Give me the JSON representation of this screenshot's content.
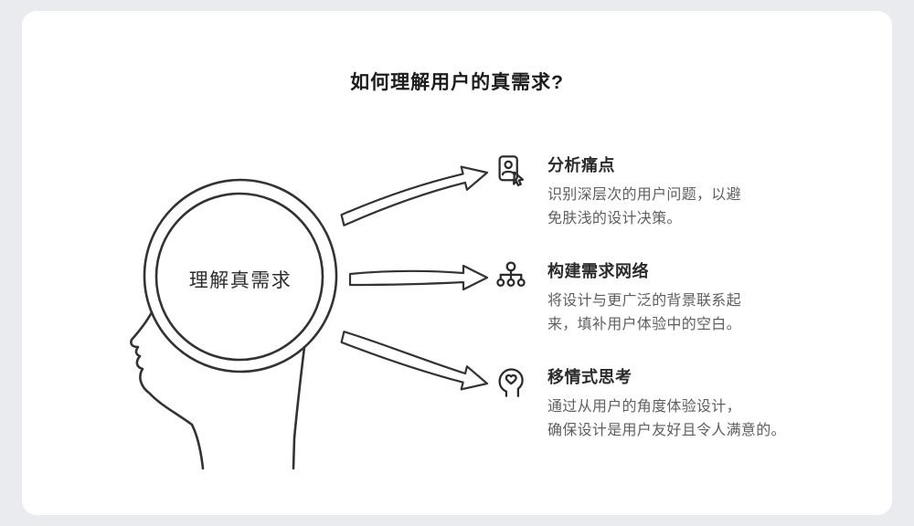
{
  "title": "如何理解用户的真需求?",
  "head": {
    "label": "理解真需求"
  },
  "items": [
    {
      "icon": "user-card-pointer-icon",
      "title": "分析痛点",
      "description": "识别深层次的用户问题，以避\n免肤浅的设计决策。"
    },
    {
      "icon": "hierarchy-network-icon",
      "title": "构建需求网络",
      "description": "将设计与更广泛的背景联系起\n来，填补用户体验中的空白。"
    },
    {
      "icon": "empathy-head-icon",
      "title": "移情式思考",
      "description": "通过从用户的角度体验设计，\n确保设计是用户友好且令人满意的。"
    }
  ],
  "colors": {
    "background": "#e9ebee",
    "card": "#ffffff",
    "sketch_stroke": "#333333",
    "title_text": "#1c1c1c",
    "item_title_text": "#2b2b2b",
    "description_text": "#5f5f5f"
  }
}
